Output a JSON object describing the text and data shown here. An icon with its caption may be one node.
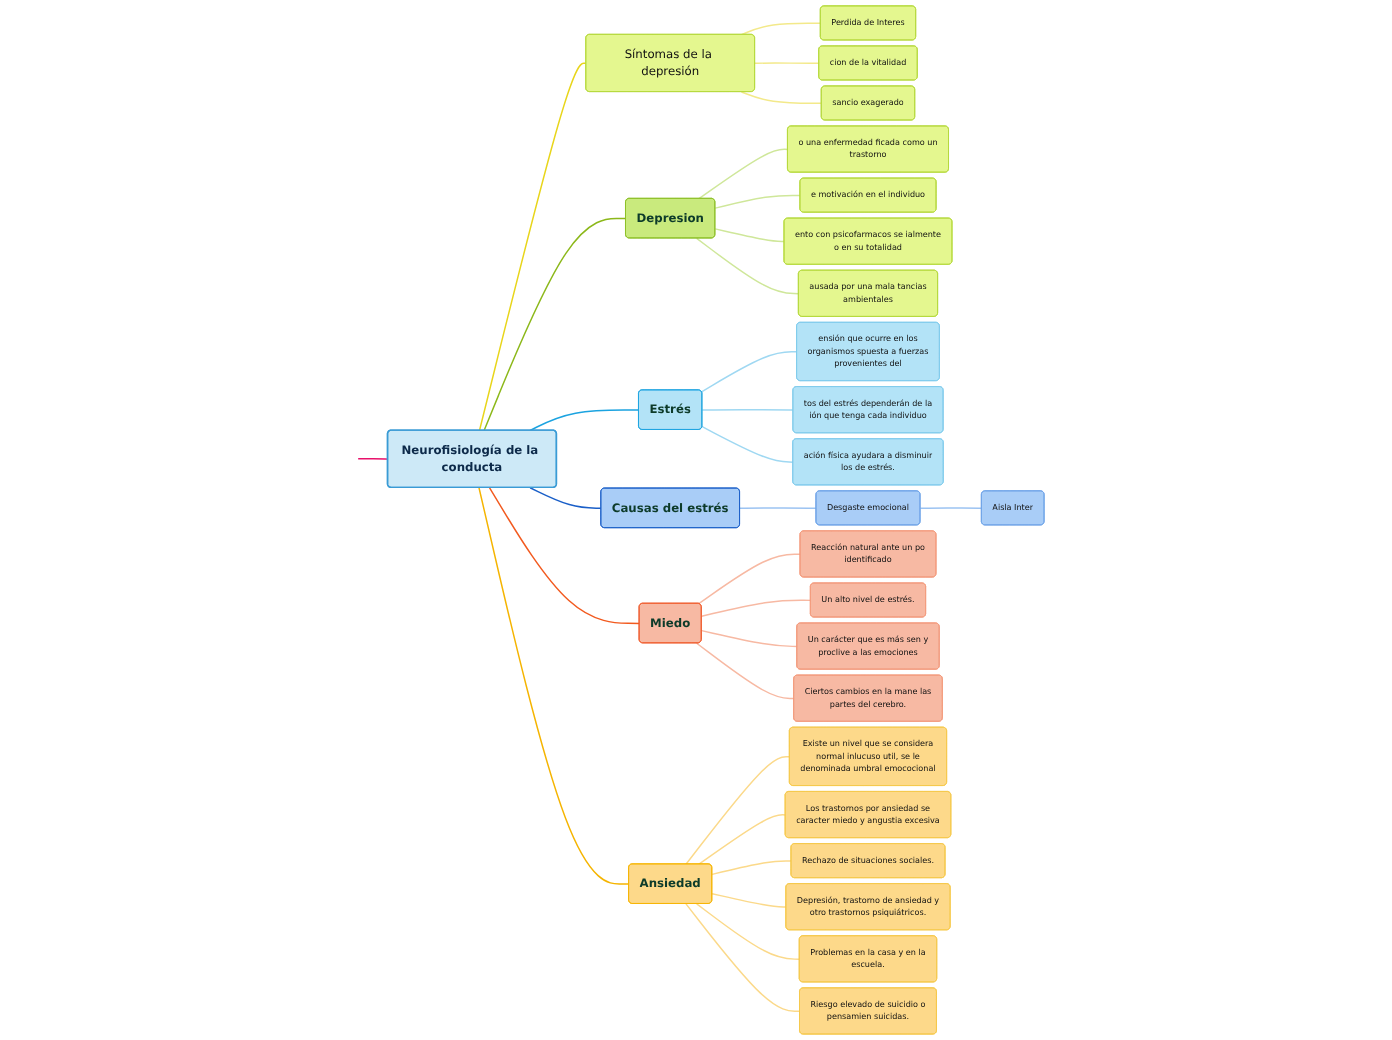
{
  "diagram": {
    "nodes": [
      {
        "text": [
          "Neurofisiología de la conducta"
        ]
      },
      {
        "text": [
          "Síntomas de la depresión"
        ]
      },
      {
        "text": [
          "Perdida de Interes"
        ]
      },
      {
        "text": [
          "cion de la vitalidad"
        ]
      },
      {
        "text": [
          "sancio exagerado"
        ]
      },
      {
        "text": [
          "Depresion"
        ]
      },
      {
        "text": [
          "o una enfermedad ficada como un trastorno"
        ]
      },
      {
        "text": [
          "e motivación en el individuo"
        ]
      },
      {
        "text": [
          "ento con psicofarmacos se ialmente o en su totalidad"
        ]
      },
      {
        "text": [
          "ausada por una mala tancias ambientales"
        ]
      },
      {
        "text": [
          "Estrés"
        ]
      },
      {
        "text": [
          "ensión que ocurre en los organismos spuesta a fuerzas provenientes del"
        ]
      },
      {
        "text": [
          "tos del estrés dependerán de la ión que tenga cada individuo"
        ]
      },
      {
        "text": [
          "ación física ayudara a disminuir los de estrés."
        ]
      },
      {
        "text": [
          "Causas del estrés"
        ]
      },
      {
        "text": [
          "Desgaste emocional"
        ]
      },
      {
        "text": [
          "Aisla Inter"
        ]
      },
      {
        "text": [
          "Miedo"
        ]
      },
      {
        "text": [
          "Reacción natural ante un po identificado"
        ]
      },
      {
        "text": [
          "Un alto nivel de estrés."
        ]
      },
      {
        "text": [
          "Un carácter que es más sen y proclive a las emociones"
        ]
      },
      {
        "text": [
          "Ciertos cambios en la mane las partes del cerebro."
        ]
      },
      {
        "text": [
          "Ansiedad"
        ]
      },
      {
        "text": [
          "Existe un nivel que se considera normal inlucuso util, se le denominada umbral emococional"
        ]
      },
      {
        "text": [
          "Los trastornos por ansiedad se caracter miedo y angustia excesiva"
        ]
      },
      {
        "text": [
          "Rechazo de situaciones sociales."
        ]
      },
      {
        "text": [
          "Depresión, trastorno de ansiedad y otro trastornos psiquiátricos."
        ]
      },
      {
        "text": [
          "Problemas en la casa y en la escuela."
        ]
      },
      {
        "text": [
          "Riesgo elevado de suicidio o pensamien suicidas."
        ]
      }
    ],
    "edges": [
      {
        "from": 0,
        "to": null,
        "arrow": "none",
        "color": "#e8106a"
      },
      {
        "from": 0,
        "to": 1,
        "arrow": "none",
        "color": "#e8d51a"
      },
      {
        "from": 1,
        "to": 2,
        "arrow": "none",
        "color": "#f3e98a"
      },
      {
        "from": 1,
        "to": 3,
        "arrow": "none",
        "color": "#f3e98a"
      },
      {
        "from": 1,
        "to": 4,
        "arrow": "none",
        "color": "#f3e98a"
      },
      {
        "from": 0,
        "to": 5,
        "arrow": "none",
        "color": "#8cb81a"
      },
      {
        "from": 5,
        "to": 6,
        "arrow": "none",
        "color": "#cfe79a"
      },
      {
        "from": 5,
        "to": 7,
        "arrow": "none",
        "color": "#cfe79a"
      },
      {
        "from": 5,
        "to": 8,
        "arrow": "none",
        "color": "#cfe79a"
      },
      {
        "from": 5,
        "to": 9,
        "arrow": "none",
        "color": "#cfe79a"
      },
      {
        "from": 0,
        "to": 10,
        "arrow": "none",
        "color": "#1ba3e0"
      },
      {
        "from": 10,
        "to": 11,
        "arrow": "none",
        "color": "#9fd8f2"
      },
      {
        "from": 10,
        "to": 12,
        "arrow": "none",
        "color": "#9fd8f2"
      },
      {
        "from": 10,
        "to": 13,
        "arrow": "none",
        "color": "#9fd8f2"
      },
      {
        "from": 0,
        "to": 14,
        "arrow": "none",
        "color": "#1a5fc8"
      },
      {
        "from": 14,
        "to": 15,
        "arrow": "none",
        "color": "#9cc3f2"
      },
      {
        "from": 15,
        "to": 16,
        "arrow": "none",
        "color": "#9cc3f2"
      },
      {
        "from": 0,
        "to": 17,
        "arrow": "none",
        "color": "#f25a1f"
      },
      {
        "from": 17,
        "to": 18,
        "arrow": "none",
        "color": "#f7b9a3"
      },
      {
        "from": 17,
        "to": 19,
        "arrow": "none",
        "color": "#f7b9a3"
      },
      {
        "from": 17,
        "to": 20,
        "arrow": "none",
        "color": "#f7b9a3"
      },
      {
        "from": 17,
        "to": 21,
        "arrow": "none",
        "color": "#f7b9a3"
      },
      {
        "from": 0,
        "to": 22,
        "arrow": "none",
        "color": "#f5b400"
      },
      {
        "from": 22,
        "to": 23,
        "arrow": "none",
        "color": "#fbd98a"
      },
      {
        "from": 22,
        "to": 24,
        "arrow": "none",
        "color": "#fbd98a"
      },
      {
        "from": 22,
        "to": 25,
        "arrow": "none",
        "color": "#fbd98a"
      },
      {
        "from": 22,
        "to": 26,
        "arrow": "none",
        "color": "#fbd98a"
      },
      {
        "from": 22,
        "to": 27,
        "arrow": "none",
        "color": "#fbd98a"
      },
      {
        "from": 22,
        "to": 28,
        "arrow": "none",
        "color": "#fbd98a"
      }
    ]
  }
}
